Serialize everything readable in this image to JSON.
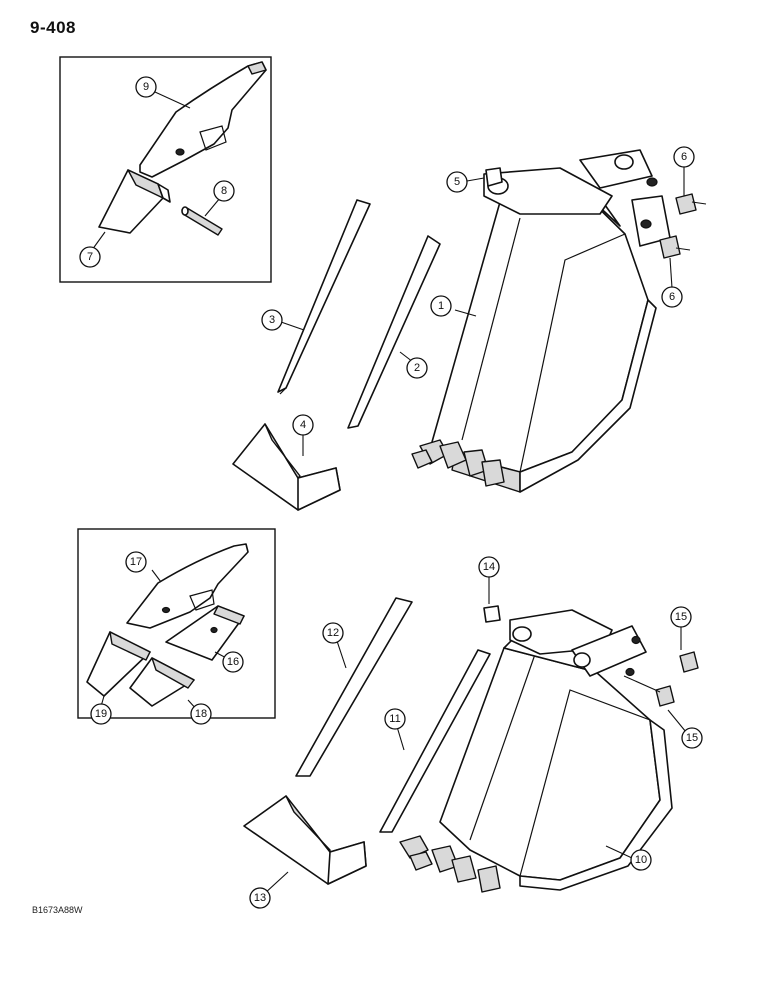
{
  "header": {
    "page_number": "9-408"
  },
  "footer": {
    "figure_code": "B1673A88W"
  },
  "callouts": [
    {
      "id": "c1",
      "label": "1"
    },
    {
      "id": "c2",
      "label": "2"
    },
    {
      "id": "c3",
      "label": "3"
    },
    {
      "id": "c4",
      "label": "4"
    },
    {
      "id": "c5",
      "label": "5"
    },
    {
      "id": "c6a",
      "label": "6"
    },
    {
      "id": "c6b",
      "label": "6"
    },
    {
      "id": "c7",
      "label": "7"
    },
    {
      "id": "c8",
      "label": "8"
    },
    {
      "id": "c9",
      "label": "9"
    },
    {
      "id": "c10",
      "label": "10"
    },
    {
      "id": "c11",
      "label": "11"
    },
    {
      "id": "c12",
      "label": "12"
    },
    {
      "id": "c13",
      "label": "13"
    },
    {
      "id": "c14",
      "label": "14"
    },
    {
      "id": "c15a",
      "label": "15"
    },
    {
      "id": "c15b",
      "label": "15"
    },
    {
      "id": "c16",
      "label": "16"
    },
    {
      "id": "c17",
      "label": "17"
    },
    {
      "id": "c18",
      "label": "18"
    },
    {
      "id": "c19",
      "label": "19"
    }
  ]
}
